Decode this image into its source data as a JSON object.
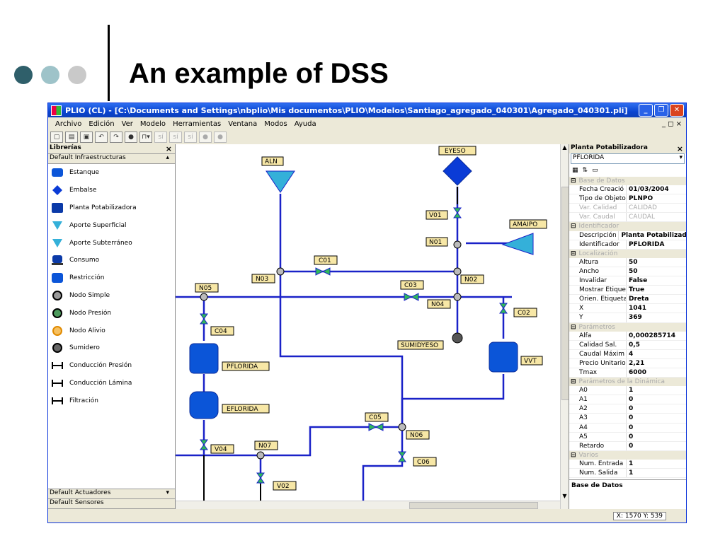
{
  "slide": {
    "title": "An example of DSS",
    "dot_colors": [
      "#2f5f6a",
      "#9ec3c9",
      "#c9c9c9"
    ]
  },
  "window": {
    "title": "PLIO (CL) - [C:\\Documents and Settings\\nbplio\\Mis documentos\\PLIO\\Modelos\\Santiago_agregado_040301\\Agregado_040301.pli]",
    "menu": [
      "Archivo",
      "Edición",
      "Ver",
      "Modelo",
      "Herramientas",
      "Ventana",
      "Modos",
      "Ayuda"
    ],
    "mdi_controls": "_ ◻ ×"
  },
  "toolbar": {
    "buttons": [
      "▢",
      "▤",
      "▣",
      "↶",
      "↷",
      "●",
      "⊓▾",
      "sí",
      "sí",
      "sí",
      "●",
      "●"
    ]
  },
  "library": {
    "title": "Librerías",
    "close": "×",
    "group_top": "Default Infraestructuras",
    "items": [
      {
        "label": "Estanque",
        "icon": "tank-icon"
      },
      {
        "label": "Embalse",
        "icon": "reservoir-icon"
      },
      {
        "label": "Planta Potabilizadora",
        "icon": "plant-icon"
      },
      {
        "label": "Aporte Superficial",
        "icon": "surface-inflow-icon"
      },
      {
        "label": "Aporte Subterráneo",
        "icon": "ground-inflow-icon"
      },
      {
        "label": "Consumo",
        "icon": "consumption-icon"
      },
      {
        "label": "Restricción",
        "icon": "restriction-icon"
      },
      {
        "label": "Nodo Simple",
        "icon": "simple-node-icon"
      },
      {
        "label": "Nodo Presión",
        "icon": "pressure-node-icon"
      },
      {
        "label": "Nodo Alivio",
        "icon": "relief-node-icon"
      },
      {
        "label": "Sumidero",
        "icon": "sink-icon"
      },
      {
        "label": "Conducción Presión",
        "icon": "pressure-pipe-icon"
      },
      {
        "label": "Conducción Lámina",
        "icon": "open-channel-icon"
      },
      {
        "label": "Filtración",
        "icon": "filtration-icon"
      }
    ],
    "group_bottom_1": "Default Actuadores",
    "group_bottom_2": "Default Sensores"
  },
  "diagram": {
    "labels": {
      "aln": "ALN",
      "eyeso": "EYESO",
      "amaipo": "AMAIPO",
      "v01": "V01",
      "n01": "N01",
      "c01": "C01",
      "n03": "N03",
      "n02": "N02",
      "n05": "N05",
      "c03": "C03",
      "n04": "N04",
      "c02": "C02",
      "c04": "C04",
      "sumidyeso": "SUMIDYESO",
      "pflorida": "PFLORIDA",
      "vvt": "VVT",
      "eflorida": "EFLORIDA",
      "c05": "C05",
      "n06": "N06",
      "n07": "N07",
      "v04": "V04",
      "c06": "C06",
      "v02": "V02"
    }
  },
  "properties": {
    "title": "Planta Potabilizadora",
    "close": "×",
    "selected": "PFLORIDA",
    "groups": [
      {
        "name": "Base de Datos",
        "rows": [
          {
            "k": "Fecha Creació",
            "v": "01/03/2004"
          },
          {
            "k": "Tipo de Objeto",
            "v": "PLNPO"
          },
          {
            "k": "Var. Calidad",
            "v": "CALIDAD",
            "dis": true
          },
          {
            "k": "Var. Caudal",
            "v": "CAUDAL",
            "dis": true
          }
        ]
      },
      {
        "name": "Identificador",
        "rows": [
          {
            "k": "Descripción",
            "v": "Planta Potabilizadora"
          },
          {
            "k": "Identificador",
            "v": "PFLORIDA"
          }
        ]
      },
      {
        "name": "Localización",
        "rows": [
          {
            "k": "Altura",
            "v": "50"
          },
          {
            "k": "Ancho",
            "v": "50"
          },
          {
            "k": "Invalidar",
            "v": "False"
          },
          {
            "k": "Mostrar Etique",
            "v": "True"
          },
          {
            "k": "Orien. Etiqueta",
            "v": "Dreta"
          },
          {
            "k": "X",
            "v": "1041"
          },
          {
            "k": "Y",
            "v": "369"
          }
        ]
      },
      {
        "name": "Parámetros",
        "rows": [
          {
            "k": "Alfa",
            "v": "0,000285714"
          },
          {
            "k": "Calidad Sal.",
            "v": "0,5"
          },
          {
            "k": "Caudal Máxim",
            "v": "4"
          },
          {
            "k": "Precio Unitario",
            "v": "2,21"
          },
          {
            "k": "Tmax",
            "v": "6000"
          }
        ]
      },
      {
        "name": "Parámetros de la Dinámica",
        "rows": [
          {
            "k": "A0",
            "v": "1"
          },
          {
            "k": "A1",
            "v": "0"
          },
          {
            "k": "A2",
            "v": "0"
          },
          {
            "k": "A3",
            "v": "0"
          },
          {
            "k": "A4",
            "v": "0"
          },
          {
            "k": "A5",
            "v": "0"
          },
          {
            "k": "Retardo",
            "v": "0"
          }
        ]
      },
      {
        "name": "Varios",
        "rows": [
          {
            "k": "Num. Entrada",
            "v": "1"
          },
          {
            "k": "Num. Salida",
            "v": "1"
          }
        ]
      }
    ],
    "footer": "Base de Datos"
  },
  "status": {
    "coords": "X: 1570 Y: 539"
  }
}
